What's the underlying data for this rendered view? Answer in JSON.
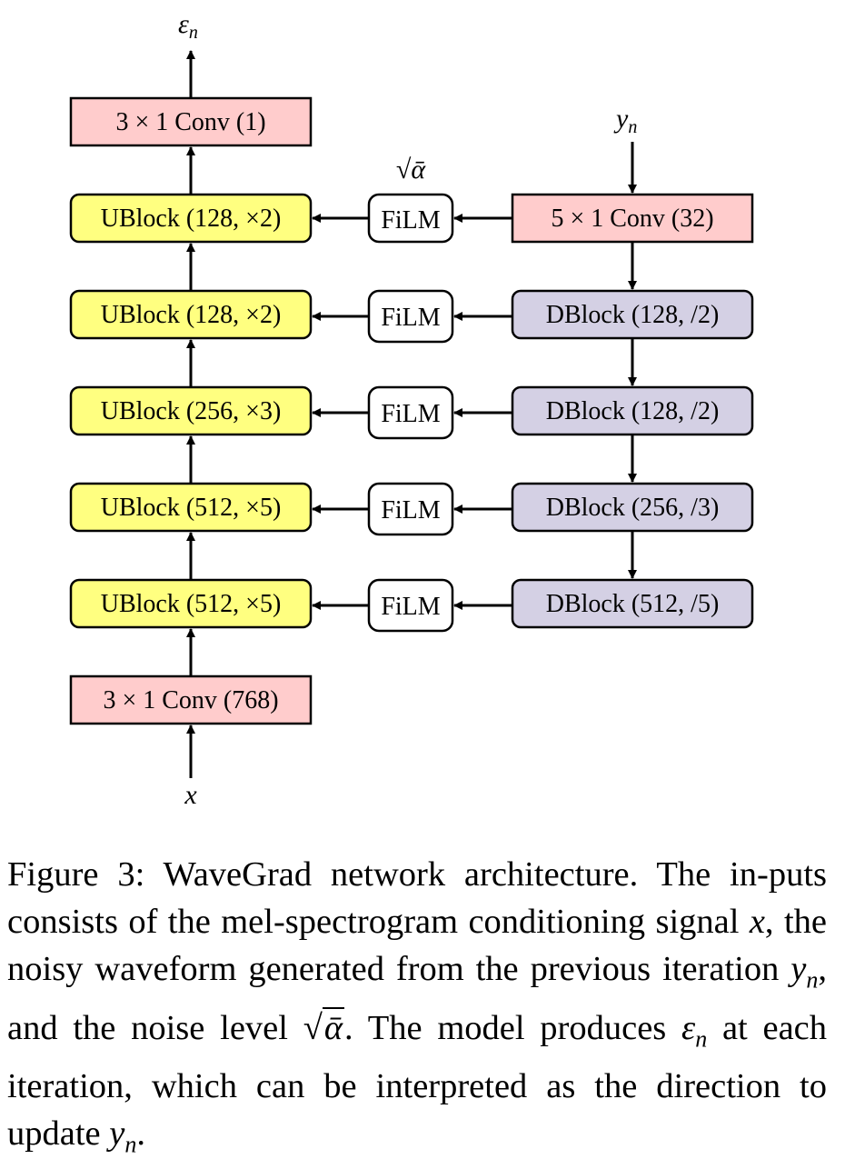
{
  "diagram": {
    "labels": {
      "output": "ε",
      "output_sub": "n",
      "input_x": "x",
      "input_y": "y",
      "input_y_sub": "n",
      "noise": "√ᾱ"
    },
    "upsample_path": {
      "out_conv": "3 × 1 Conv (1)",
      "in_conv": "3 × 1 Conv (768)",
      "blocks": [
        "UBlock (128, ×2)",
        "UBlock (128, ×2)",
        "UBlock (256, ×3)",
        "UBlock (512, ×5)",
        "UBlock (512, ×5)"
      ]
    },
    "film": [
      "FiLM",
      "FiLM",
      "FiLM",
      "FiLM",
      "FiLM"
    ],
    "downsample_path": {
      "in_conv": "5 × 1 Conv (32)",
      "blocks": [
        "DBlock (128, /2)",
        "DBlock (128, /2)",
        "DBlock (256, /3)",
        "DBlock (512, /5)"
      ]
    },
    "colors": {
      "conv": "#ffcccc",
      "ublock": "#ffff80",
      "dblock": "#d4d0e4",
      "film": "#ffffff"
    }
  },
  "caption": {
    "label": "Figure 3:",
    "t1": " WaveGrad network architecture. The in-puts consists of the mel-spectrogram conditioning signal ",
    "v1": "x",
    "t2": ", the noisy waveform generated from the previous iteration ",
    "v2": "y",
    "v2_sub": "n",
    "t3": ", and the noise level ",
    "v3": "ᾱ",
    "t4": ". The model produces ",
    "v4": "ε",
    "v4_sub": "n",
    "t5": " at each iteration, which can be interpreted as the direction to update ",
    "v5": "y",
    "v5_sub": "n",
    "t6": "."
  }
}
